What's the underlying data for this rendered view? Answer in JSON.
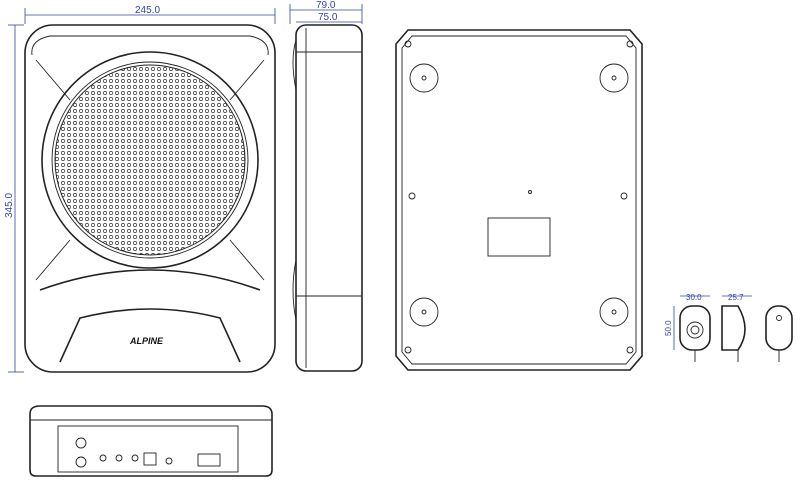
{
  "dimensions": {
    "front_width": "245.0",
    "front_height": "345.0",
    "side_depth_outer": "79.0",
    "side_depth_inner": "75.0",
    "remote_width": "30.0",
    "remote_height": "50.0",
    "remote_depth": "25.7"
  },
  "brand": {
    "logo_text": "ALPINE"
  },
  "colors": {
    "line": "#222222",
    "dimension": "#3344aa",
    "background": "#ffffff"
  }
}
